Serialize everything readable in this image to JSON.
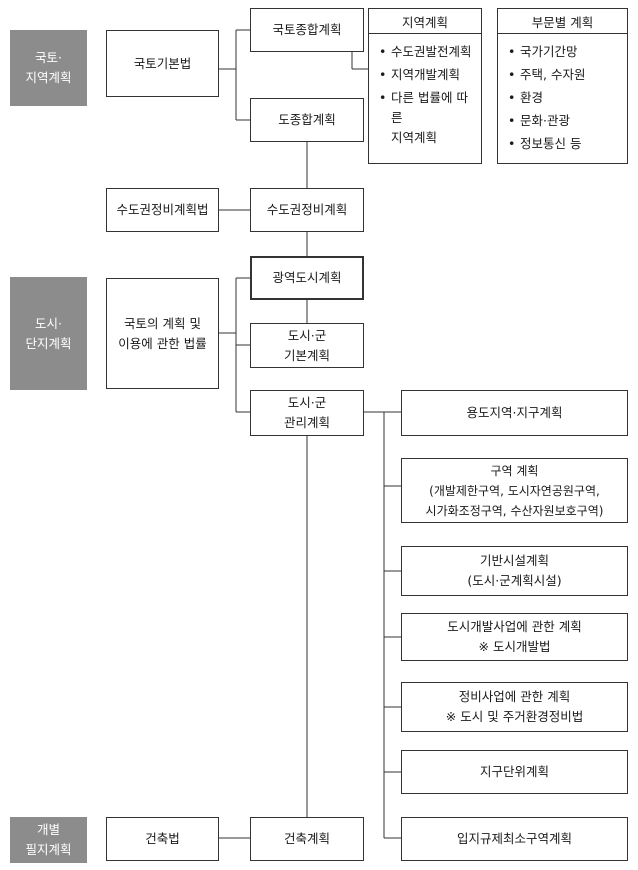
{
  "categories": {
    "national": "국토·\n지역계획",
    "urban": "도시·\n단지계획",
    "individual": "개별\n필지계획"
  },
  "laws": {
    "framework_act": "국토기본법",
    "capital_region_act": "수도권정비계획법",
    "land_planning_act": "국토의 계획 및\n이용에 관한 법률",
    "building_act": "건축법"
  },
  "plans": {
    "national_comprehensive": "국토종합계획",
    "provincial_comprehensive": "도종합계획",
    "capital_region": "수도권정비계획",
    "metropolitan_urban": "광역도시계획",
    "city_basic": "도시·군\n기본계획",
    "city_management": "도시·군\n관리계획",
    "building": "건축계획"
  },
  "regional_panel": {
    "title": "지역계획",
    "items": [
      "수도권발전계획",
      "지역개발계획",
      "다른 법률에 따른\n지역계획"
    ]
  },
  "sectoral_panel": {
    "title": "부문별 계획",
    "items": [
      "국가기간망",
      "주택, 수자원",
      "환경",
      "문화·관광",
      "정보통신 등"
    ]
  },
  "management_items": [
    "용도지역·지구계획",
    "구역 계획\n(개발제한구역, 도시자연공원구역,\n시가화조정구역, 수산자원보호구역)",
    "기반시설계획\n(도시·군계획시설)",
    "도시개발사업에 관한 계획\n※ 도시개발법",
    "정비사업에 관한 계획\n※  도시 및 주거환경정비법",
    "지구단위계획",
    "입지규제최소구역계획"
  ],
  "bullet": "•"
}
